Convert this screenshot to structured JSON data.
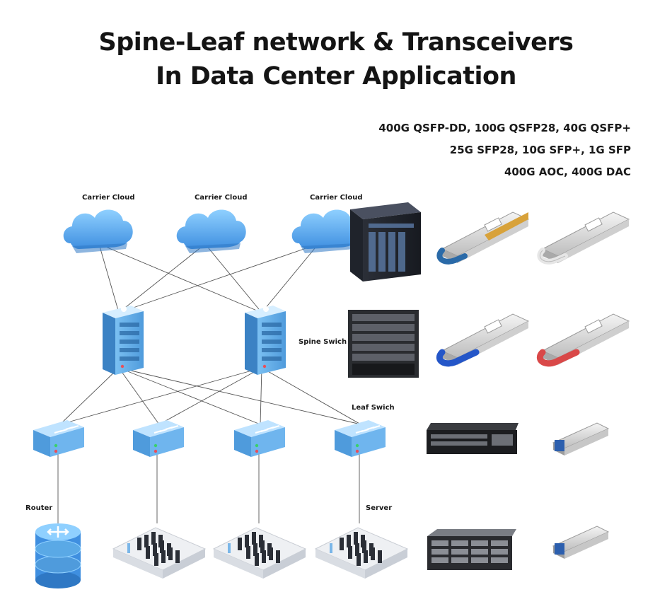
{
  "title": {
    "line1": "Spine-Leaf network & Transceivers",
    "line2": "In Data Center Application"
  },
  "products": {
    "line1": "400G QSFP-DD, 100G QSFP28,  40G QSFP+",
    "line2": "25G SFP28, 10G SFP+, 1G SFP",
    "line3": "400G AOC, 400G DAC"
  },
  "labels": {
    "cloud": "Carrier Cloud",
    "spine": "Spine Swich",
    "leaf": "Leaf Swich",
    "router": "Router",
    "server": "Server"
  },
  "colors": {
    "device_blue": "#5aa9e6",
    "device_dark": "#2f78b8",
    "transceiver_yellow": "#d8a23a",
    "transceiver_blue": "#2456c8",
    "transceiver_red": "#d94848",
    "transceiver_white": "#ececec"
  }
}
